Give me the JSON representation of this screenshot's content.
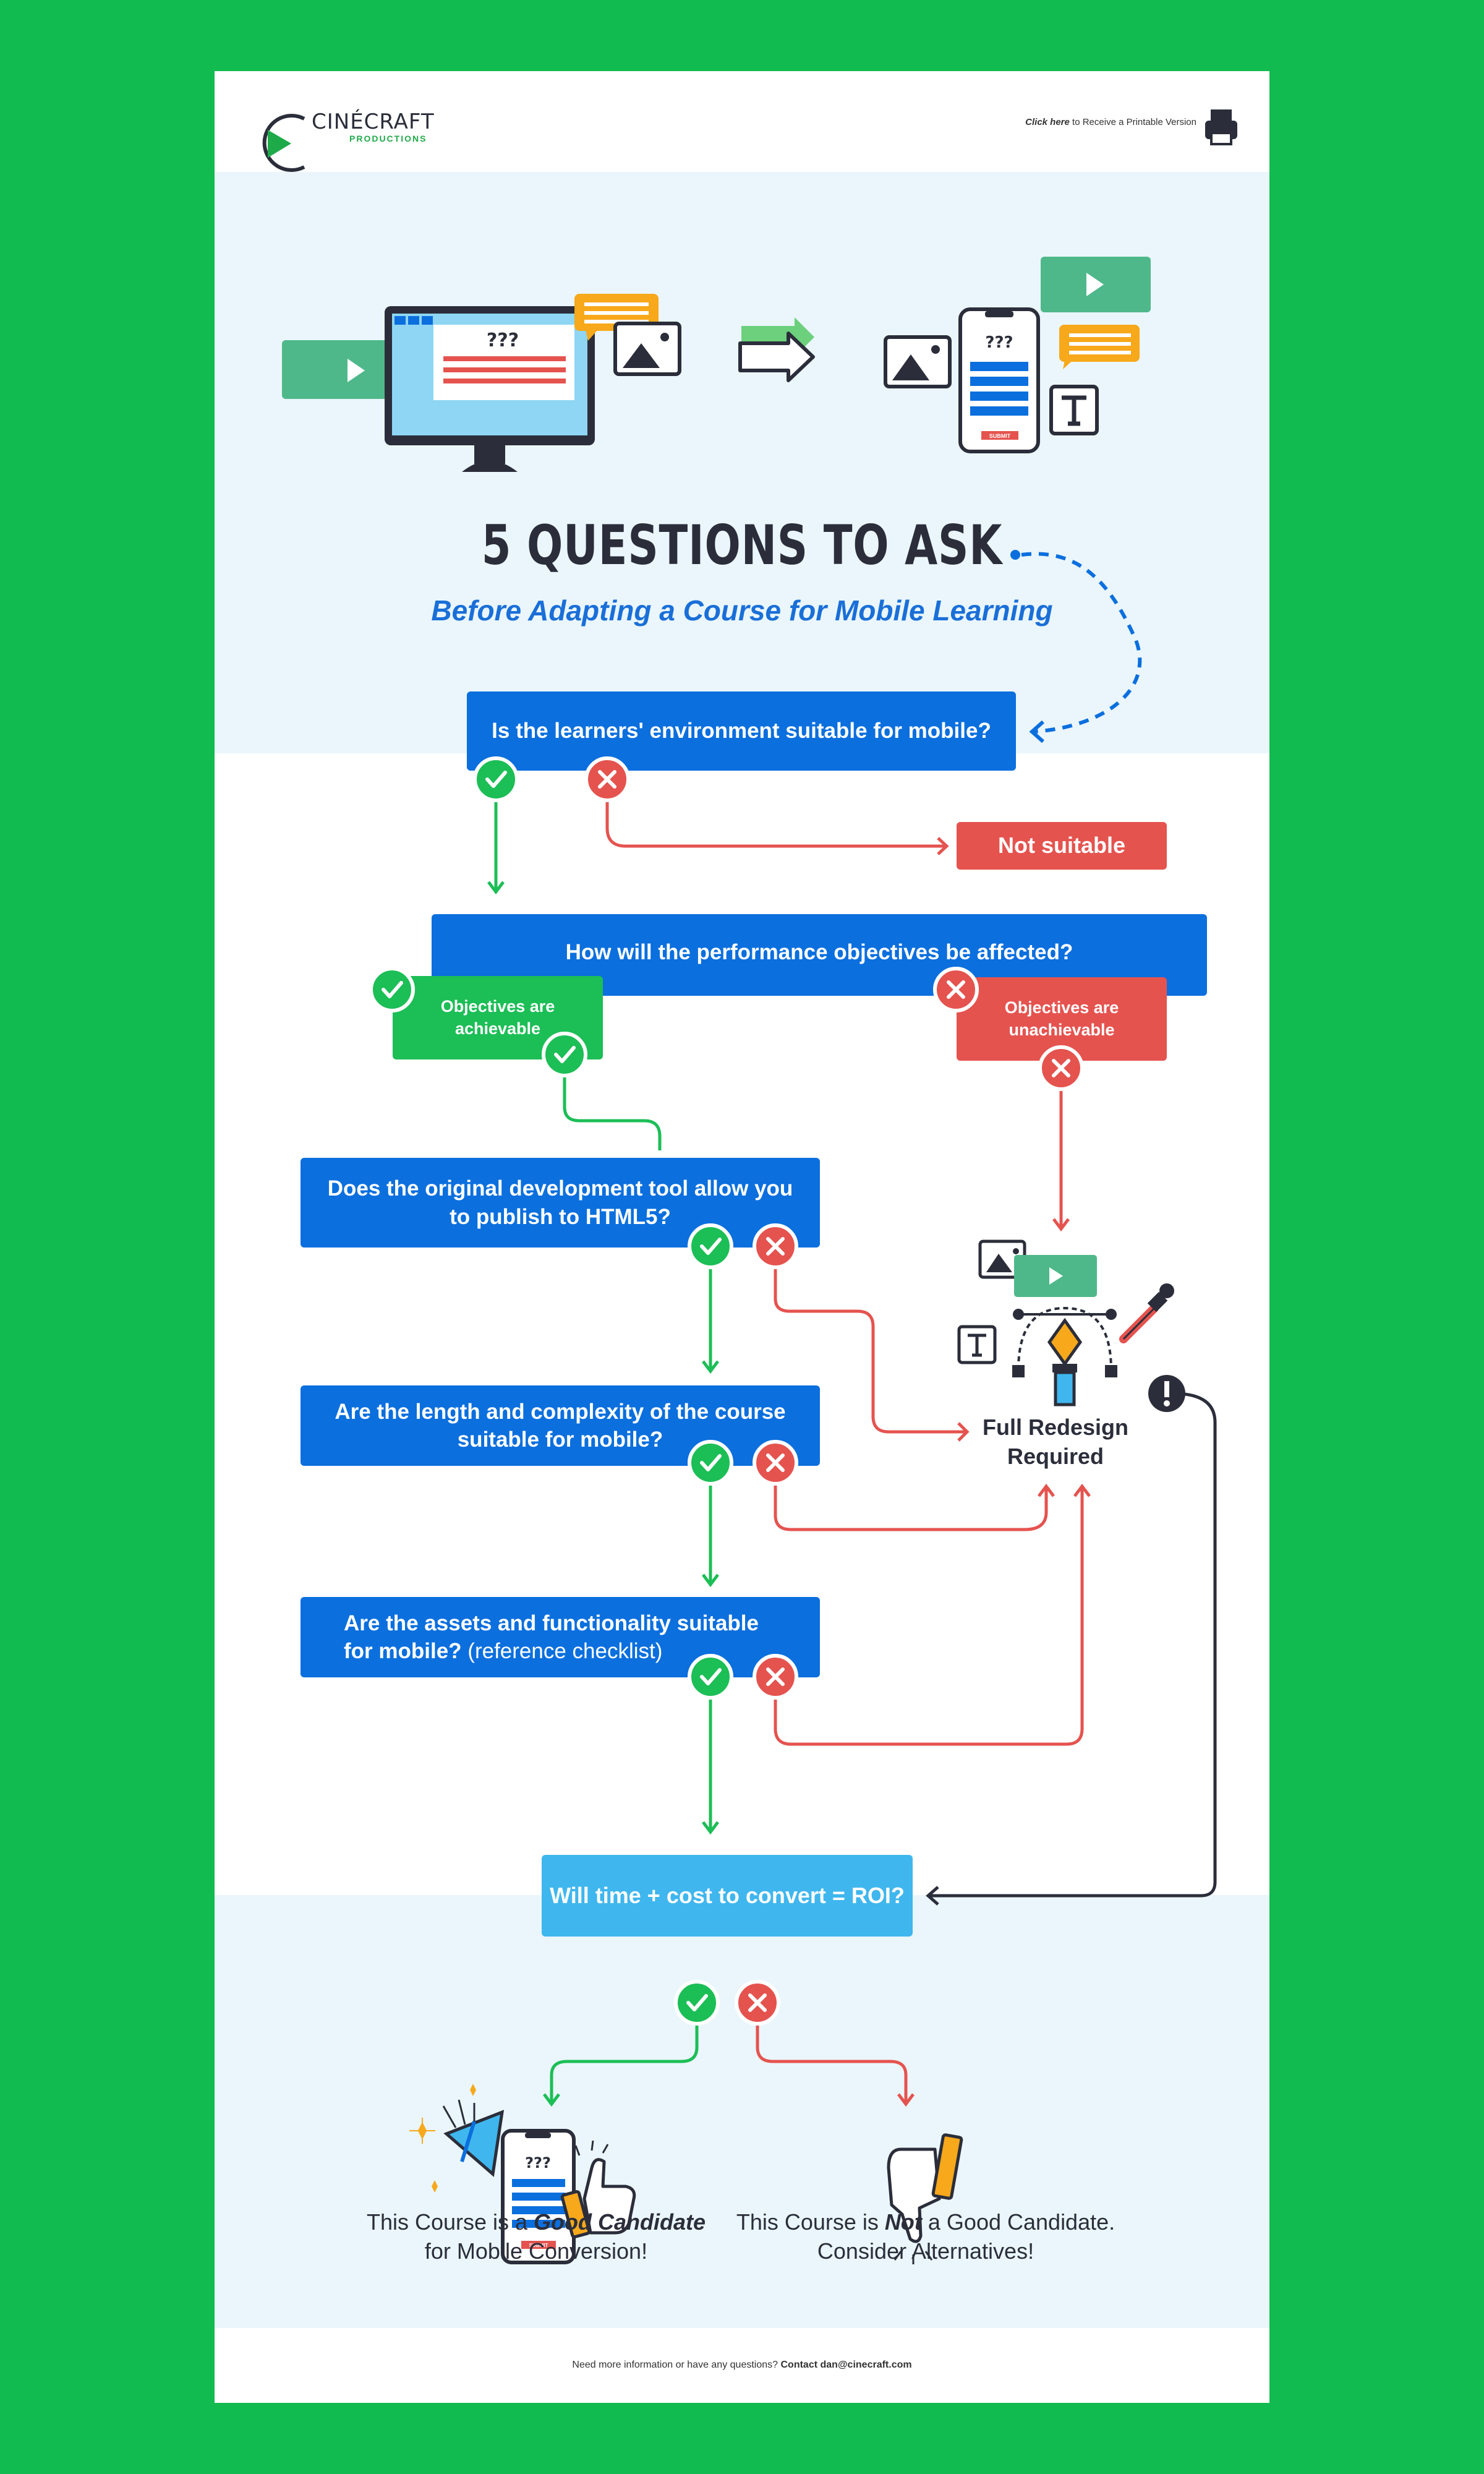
{
  "header": {
    "logo_name": "CINÉCRAFT",
    "logo_sub": "PRODUCTIONS",
    "printable_link": "Click here",
    "printable_rest": "to Receive a Printable Version"
  },
  "hero": {
    "desktop_screen_text": "???",
    "phone_screen_text": "???",
    "submit_label": "SUBMIT"
  },
  "title": "5 QUESTIONS TO ASK",
  "subtitle": "Before Adapting a Course for Mobile Learning",
  "flow": {
    "q1": "Is the learners' environment suitable for mobile?",
    "not_suitable": "Not suitable",
    "q2": "How will the performance objectives be affected?",
    "objectives_ok": "Objectives are\nachievable",
    "objectives_bad": "Objectives are\nunachievable",
    "q3": "Does the original development tool allow you\nto publish to HTML5?",
    "q4": "Are the length and complexity of the course\nsuitable for mobile?",
    "q5_line1": "Are the assets and functionality suitable",
    "q5_bold": "for mobile?",
    "q5_rest": " (reference checklist)",
    "redesign": "Full Redesign\nRequired",
    "q6_prefix": "Will time + cost to convert = ",
    "q6_bold": "ROI?"
  },
  "outcomes": {
    "good_prefix": "This Course is a ",
    "good_emph": "Good Candidate",
    "good_suffix": "for Mobile Conversion!",
    "bad_prefix": "This Course is ",
    "bad_emph": "Not",
    "bad_middle": " a Good Candidate.",
    "bad_suffix": "Consider Alternatives!",
    "bottom_phone_text": "???",
    "bottom_submit_label": "SUBMIT"
  },
  "footer": {
    "text": "Need more information or have any questions?",
    "contact": "Contact dan@cinecraft.com"
  },
  "colors": {
    "background": "#12bb4f",
    "blue": "#0b6fde",
    "light_blue": "#3fb6ee",
    "red": "#e5534f",
    "green": "#1cbe56",
    "dark": "#2b2e3a",
    "orange": "#f7a81b"
  },
  "icons": [
    "play-logo-icon",
    "printer-icon",
    "desktop-icon",
    "phone-icon",
    "arrow-right-icon",
    "image-icon",
    "text-tool-icon",
    "chat-bubble-icon",
    "video-icon",
    "check-icon",
    "cross-icon",
    "pen-tool-icon",
    "eyedropper-icon",
    "exclamation-icon",
    "party-popper-icon",
    "thumbs-up-icon",
    "thumbs-down-icon"
  ]
}
